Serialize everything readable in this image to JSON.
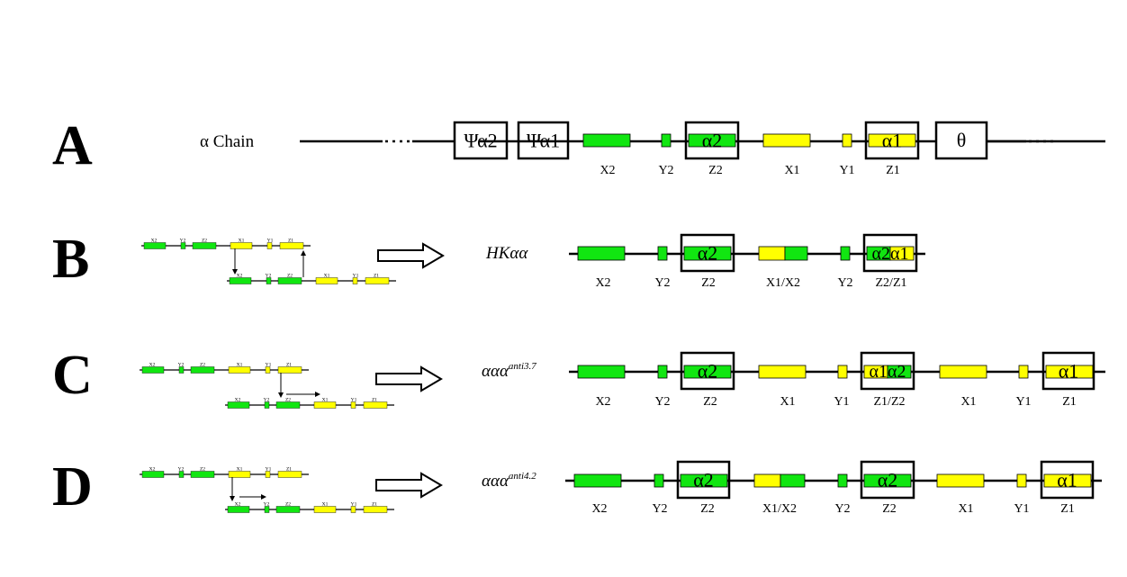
{
  "colors": {
    "green": "#11e611",
    "yellow": "#ffff00",
    "line": "#000000"
  },
  "rows": [
    {
      "panel": "A",
      "label": "α Chain",
      "label_style": "normal",
      "label_sup": "",
      "pseudogenes": [
        "Ψα2",
        "Ψα1"
      ],
      "theta": "θ",
      "genes": [
        {
          "box": "α2",
          "fill": "green"
        },
        {
          "box": "α1",
          "fill": "yellow"
        }
      ],
      "segments": [
        "X2",
        "Y2",
        "Z2",
        "X1",
        "Y1",
        "Z1"
      ]
    },
    {
      "panel": "B",
      "label": "HKαα",
      "label_style": "italic",
      "label_sup": "",
      "genes": [
        {
          "box": "α2",
          "fill": "green"
        },
        {
          "box": "α2α1",
          "fill": "split"
        }
      ],
      "segments": [
        "X2",
        "Y2",
        "Z2",
        "X1/X2",
        "Y2",
        "Z2/Z1"
      ]
    },
    {
      "panel": "C",
      "label": "ααα",
      "label_style": "italic",
      "label_sup": "anti3.7",
      "genes": [
        {
          "box": "α2",
          "fill": "green"
        },
        {
          "box": "α1α2",
          "fill": "split-yg"
        },
        {
          "box": "α1",
          "fill": "yellow"
        }
      ],
      "segments": [
        "X2",
        "Y2",
        "Z2",
        "X1",
        "Y1",
        "Z1/Z2",
        "X1",
        "Y1",
        "Z1"
      ]
    },
    {
      "panel": "D",
      "label": "ααα",
      "label_style": "italic",
      "label_sup": "anti4.2",
      "genes": [
        {
          "box": "α2",
          "fill": "green"
        },
        {
          "box": "α2",
          "fill": "green"
        },
        {
          "box": "α1",
          "fill": "yellow"
        }
      ],
      "segments": [
        "X2",
        "Y2",
        "Z2",
        "X1/X2",
        "Y2",
        "Z2",
        "X1",
        "Y1",
        "Z1"
      ]
    }
  ],
  "mini_segments": [
    "X2",
    "Y2",
    "Z2",
    "X1",
    "Y1",
    "Z1"
  ]
}
